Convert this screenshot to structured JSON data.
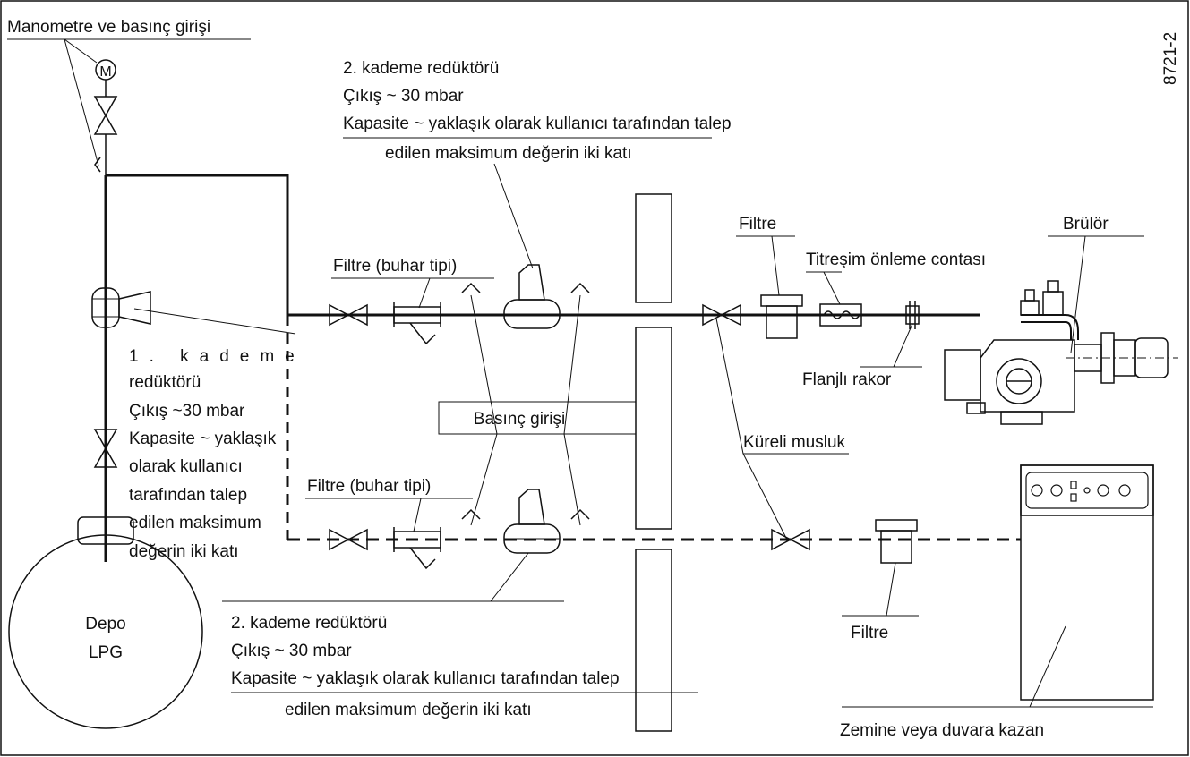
{
  "code": "8721-2",
  "manometer": {
    "label": "Manometre ve basınç girişi",
    "symbol": "M"
  },
  "reducer_stage2_top": {
    "line1": "2. kademe redüktörü",
    "line2": "Çıkış ~ 30 mbar",
    "line3": "Kapasite ~ yaklaşık olarak kullanıcı tarafından talep",
    "line4": "edilen maksimum değerin iki katı"
  },
  "reducer_stage1": {
    "line1": "1. kademe",
    "line2": "redüktörü",
    "line3": "Çıkış ~30 mbar",
    "line4": "Kapasite ~ yaklaşık",
    "line5": "olarak kullanıcı",
    "line6": "tarafından talep",
    "line7": "edilen maksimum",
    "line8": "değerin iki katı"
  },
  "filter_vapor_top": "Filtre (buhar tipi)",
  "filter_vapor_bottom": "Filtre (buhar tipi)",
  "pressure_inlet": "Basınç girişi",
  "filter_top": "Filtre",
  "vibration_gasket": "Titreşim önleme contası",
  "burner": "Brülör",
  "flanged_fitting": "Flanjlı rakor",
  "ball_valve": "Küreli musluk",
  "filter_bottom": "Filtre",
  "tank": {
    "line1": "Depo",
    "line2": "LPG"
  },
  "reducer_stage2_bottom": {
    "line1": "2. kademe redüktörü",
    "line2": "Çıkış ~ 30 mbar",
    "line3": "Kapasite ~ yaklaşık olarak kullanıcı tarafından talep",
    "line4": "edilen maksimum değerin iki katı"
  },
  "boiler": "Zemine veya duvara kazan"
}
